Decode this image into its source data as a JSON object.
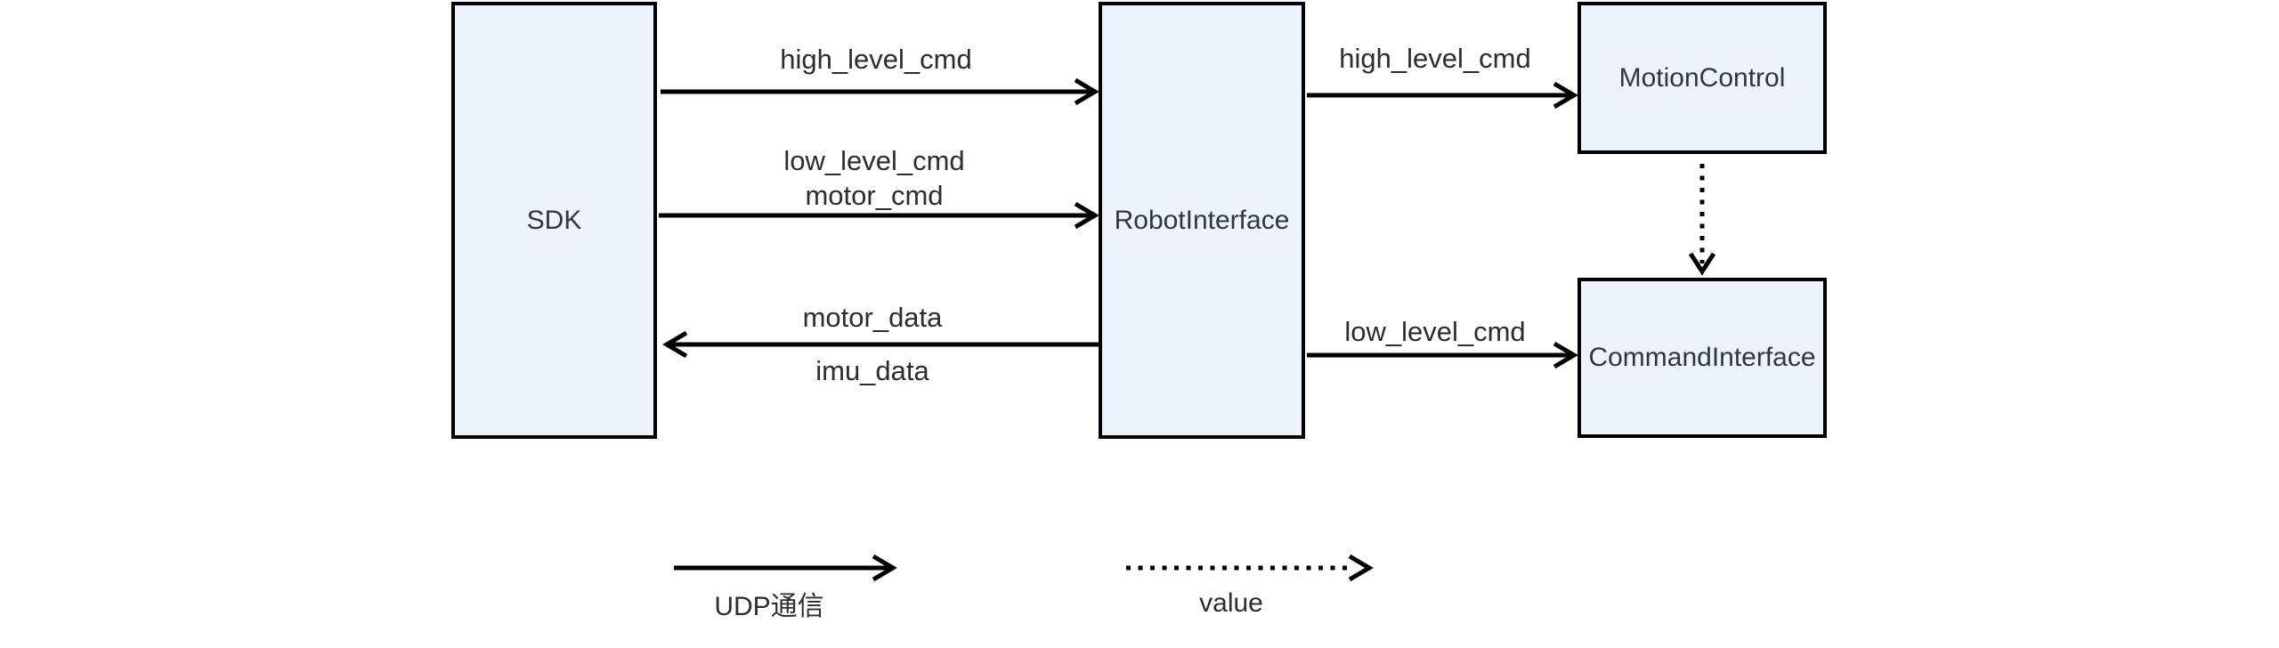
{
  "nodes": {
    "sdk": "SDK",
    "robot_interface": "RobotInterface",
    "motion_control": "MotionControl",
    "command_interface": "CommandInterface"
  },
  "edge_labels": {
    "sdk_to_robot_high": "high_level_cmd",
    "sdk_to_robot_low_line1": "low_level_cmd",
    "sdk_to_robot_low_line2": "motor_cmd",
    "robot_to_sdk_above": "motor_data",
    "robot_to_sdk_below": "imu_data",
    "robot_to_motion": "high_level_cmd",
    "robot_to_command": "low_level_cmd"
  },
  "edges": [
    {
      "from": "SDK",
      "to": "RobotInterface",
      "style": "solid",
      "label": "high_level_cmd"
    },
    {
      "from": "SDK",
      "to": "RobotInterface",
      "style": "solid",
      "label": "low_level_cmd / motor_cmd"
    },
    {
      "from": "RobotInterface",
      "to": "SDK",
      "style": "solid",
      "label": "motor_data / imu_data"
    },
    {
      "from": "RobotInterface",
      "to": "MotionControl",
      "style": "solid",
      "label": "high_level_cmd"
    },
    {
      "from": "RobotInterface",
      "to": "CommandInterface",
      "style": "solid",
      "label": "low_level_cmd"
    },
    {
      "from": "MotionControl",
      "to": "CommandInterface",
      "style": "dotted",
      "label": ""
    }
  ],
  "legend": {
    "solid_label": "UDP通信",
    "dotted_label": "value"
  },
  "colors": {
    "node_fill": "#EDF2FB",
    "node_border": "#000000",
    "edge_color": "#000000",
    "node_text": "#2E3642",
    "label_text": "#2D2D2D",
    "background": "#FFFFFF"
  }
}
